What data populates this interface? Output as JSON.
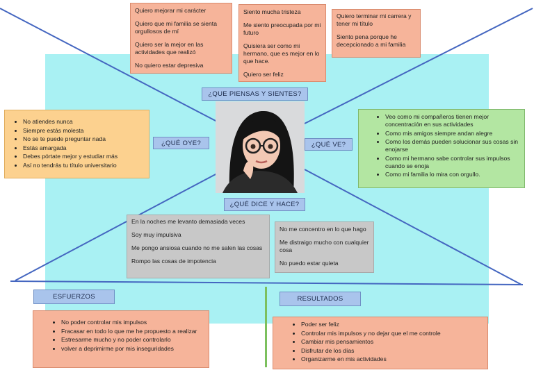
{
  "labels": {
    "piensa": "¿QUE PIENSAS Y SIENTES?",
    "oye": "¿QUÉ OYE?",
    "ve": "¿QUÉ VE?",
    "dice": "¿QUÉ DICE Y HACE?",
    "esfuerzos": "ESFUERZOS",
    "resultados": "RESULTADOS"
  },
  "piensa_boxes": [
    [
      "Quiero mejorar mi carácter",
      "Quiero que mi familia se sienta orgullosos de mí",
      "Quiero ser la mejor en las actividades que realizó",
      "No quiero estar depresiva"
    ],
    [
      "Siento mucha tristeza",
      "Me siento preocupada por mi futuro",
      "Quisiera ser como mi hermano, que es mejor en lo que hace.",
      "Quiero ser feliz"
    ],
    [
      "Quiero terminar mi carrera y tener mi título",
      "Siento pena porque he decepcionado a mi familia"
    ]
  ],
  "oye_items": [
    "No atiendes nunca",
    "Siempre estás molesta",
    "No se te puede preguntar nada",
    "Estás amargada",
    "Debes pórtate mejor y estudiar más",
    "Así no tendrás tu título universitario"
  ],
  "ve_items": [
    "Veo como mi compañeros tienen mejor concentración en sus actividades",
    "Como mis amigos siempre andan alegre",
    "Como los demás pueden solucionar sus cosas sin enojarse",
    "Como mi hermano sabe controlar sus impulsos cuando se enoja",
    "Como mi familia lo mira con orgullo."
  ],
  "dice_boxes": [
    [
      "En la noches me levanto demasiada veces",
      "Soy muy impulsiva",
      "Me pongo ansiosa cuando no me salen las cosas",
      "Rompo las cosas de impotencia"
    ],
    [
      "No me concentro en lo que hago",
      "Me distraigo mucho con cualquier cosa",
      "No puedo estar quieta"
    ]
  ],
  "esfuerzos_items": [
    "No poder controlar mis impulsos",
    "Fracasar en todo lo que me he propuesto a realizar",
    "Estresarme mucho y no poder controlarlo",
    "volver a deprimirme por mis inseguridades"
  ],
  "resultados_items": [
    "Poder ser feliz",
    "Controlar mis impulsos y no dejar que el me controle",
    "Cambiar mis pensamientos",
    "Disfrutar de los días",
    "Organizarme en mis actividades"
  ],
  "colors": {
    "background": "#a9f1f3",
    "lines": "#4466c0",
    "label": "#a9c4ec",
    "salmon": "#f6b49a",
    "peach": "#fcd18f",
    "green": "#b3e6a2",
    "gray": "#c8c8c8"
  }
}
